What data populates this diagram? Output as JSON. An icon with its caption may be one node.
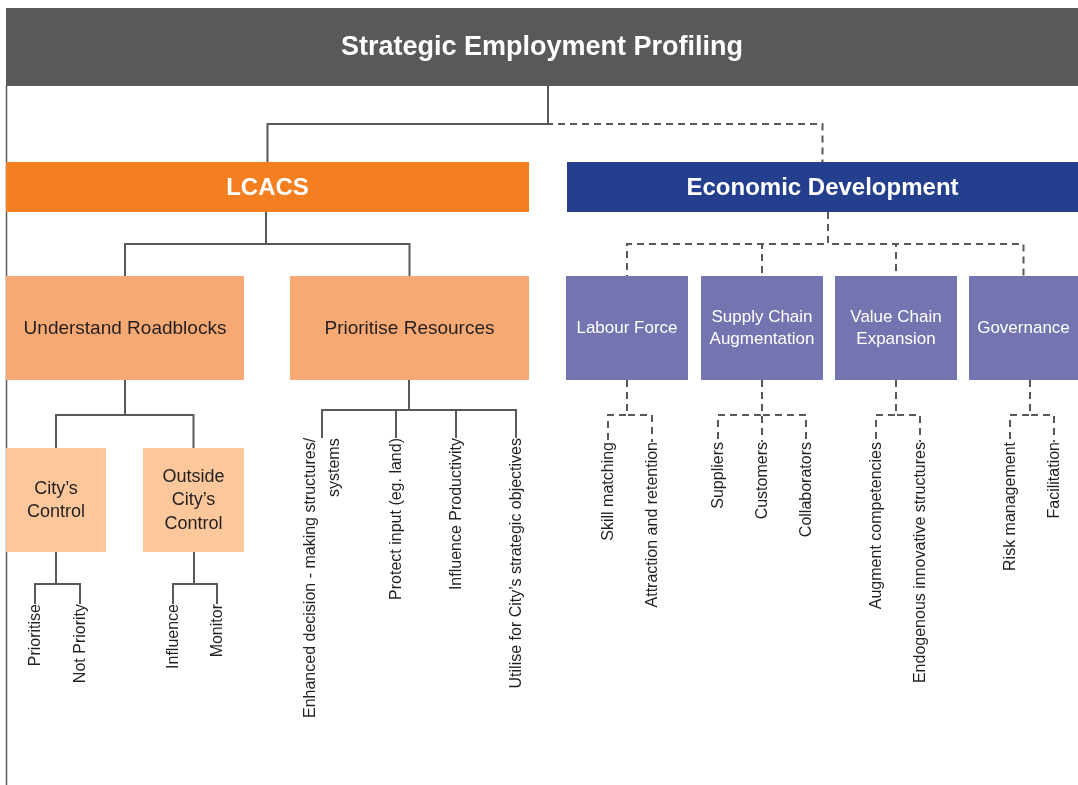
{
  "diagram": {
    "nodes": [
      {
        "text": [
          "Strategic Employment Profiling"
        ]
      },
      {
        "text": [
          "LCACS"
        ]
      },
      {
        "text": [
          "Economic Development"
        ]
      },
      {
        "text": [
          "Understand Roadblocks"
        ]
      },
      {
        "text": [
          "Prioritise Resources"
        ]
      },
      {
        "text": [
          "Labour Force"
        ]
      },
      {
        "text": [
          "Supply Chain Augmentation"
        ]
      },
      {
        "text": [
          "Value Chain Expansion"
        ]
      },
      {
        "text": [
          "Governance"
        ]
      },
      {
        "text": [
          "City’s Control"
        ]
      },
      {
        "text": [
          "Outside City’s Control"
        ]
      },
      {
        "text": [
          "Prioritise"
        ]
      },
      {
        "text": [
          "Not Priority"
        ]
      },
      {
        "text": [
          "Influence"
        ]
      },
      {
        "text": [
          "Monitor"
        ]
      },
      {
        "text": [
          "Enhanced decision - making structures/ systems"
        ]
      },
      {
        "text": [
          "Protect input (eg. land)"
        ]
      },
      {
        "text": [
          "Influence Productivity"
        ]
      },
      {
        "text": [
          "Utilise for City’s strategic objectives"
        ]
      },
      {
        "text": [
          "Skill matching"
        ]
      },
      {
        "text": [
          "Attraction and retention"
        ]
      },
      {
        "text": [
          "Suppliers"
        ]
      },
      {
        "text": [
          "Customers"
        ]
      },
      {
        "text": [
          "Collaborators"
        ]
      },
      {
        "text": [
          "Augment competencies"
        ]
      },
      {
        "text": [
          "Endogenous innovative structures"
        ]
      },
      {
        "text": [
          "Risk management"
        ]
      },
      {
        "text": [
          "Facilitation"
        ]
      }
    ],
    "edges": [
      {
        "from": 0,
        "to": 1,
        "arrow": "none"
      },
      {
        "from": 0,
        "to": 2,
        "arrow": "none",
        "style": "dashed"
      },
      {
        "from": 1,
        "to": 3,
        "arrow": "none"
      },
      {
        "from": 1,
        "to": 4,
        "arrow": "none"
      },
      {
        "from": 2,
        "to": 5,
        "arrow": "none",
        "style": "dashed"
      },
      {
        "from": 2,
        "to": 6,
        "arrow": "none",
        "style": "dashed"
      },
      {
        "from": 2,
        "to": 7,
        "arrow": "none",
        "style": "dashed"
      },
      {
        "from": 2,
        "to": 8,
        "arrow": "none",
        "style": "dashed"
      },
      {
        "from": 3,
        "to": 9,
        "arrow": "none"
      },
      {
        "from": 3,
        "to": 10,
        "arrow": "none"
      },
      {
        "from": 9,
        "to": 11,
        "arrow": "none"
      },
      {
        "from": 9,
        "to": 12,
        "arrow": "none"
      },
      {
        "from": 10,
        "to": 13,
        "arrow": "none"
      },
      {
        "from": 10,
        "to": 14,
        "arrow": "none"
      },
      {
        "from": 4,
        "to": 15,
        "arrow": "none"
      },
      {
        "from": 4,
        "to": 16,
        "arrow": "none"
      },
      {
        "from": 4,
        "to": 17,
        "arrow": "none"
      },
      {
        "from": 4,
        "to": 18,
        "arrow": "none"
      },
      {
        "from": 5,
        "to": 19,
        "arrow": "none",
        "style": "dashed"
      },
      {
        "from": 5,
        "to": 20,
        "arrow": "none",
        "style": "dashed"
      },
      {
        "from": 6,
        "to": 21,
        "arrow": "none",
        "style": "dashed"
      },
      {
        "from": 6,
        "to": 22,
        "arrow": "none",
        "style": "dashed"
      },
      {
        "from": 6,
        "to": 23,
        "arrow": "none",
        "style": "dashed"
      },
      {
        "from": 7,
        "to": 24,
        "arrow": "none",
        "style": "dashed"
      },
      {
        "from": 7,
        "to": 25,
        "arrow": "none",
        "style": "dashed"
      },
      {
        "from": 8,
        "to": 26,
        "arrow": "none",
        "style": "dashed"
      },
      {
        "from": 8,
        "to": 27,
        "arrow": "none",
        "style": "dashed"
      }
    ]
  }
}
